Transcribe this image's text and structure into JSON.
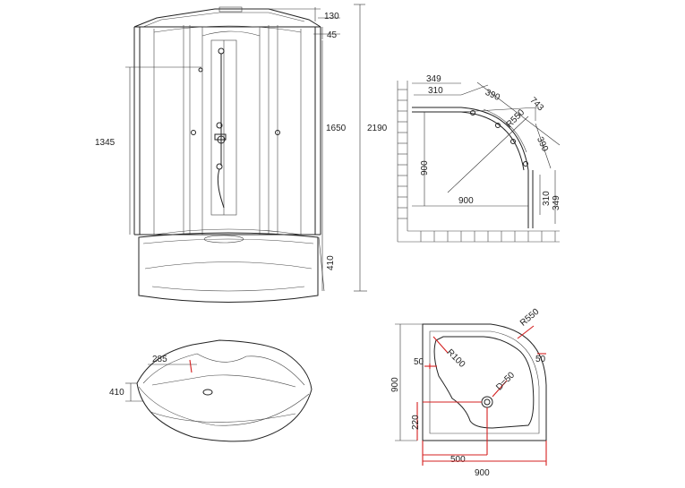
{
  "front_view": {
    "dims": {
      "top_cap": "130",
      "header": "45",
      "handle_height": "1345",
      "glass_height": "1650",
      "total_height": "2190",
      "tray_height": "410"
    }
  },
  "plan_view": {
    "dims": {
      "top_offset": "349",
      "top_inner": "310",
      "arc_segment_top": "390",
      "diagonal": "743",
      "radius": "R550",
      "arc_segment_side": "390",
      "left_height": "900",
      "bottom_width": "900",
      "side_inner": "310",
      "side_offset": "349"
    }
  },
  "tray_perspective": {
    "dims": {
      "depth": "285",
      "height": "410"
    }
  },
  "tray_plan": {
    "dims": {
      "height": "900",
      "left_wall": "50",
      "corner_radius": "R100",
      "outer_radius": "R550",
      "right_wall": "50",
      "drain": "D=50",
      "drain_offset": "220",
      "drain_x": "500",
      "width": "900"
    }
  }
}
